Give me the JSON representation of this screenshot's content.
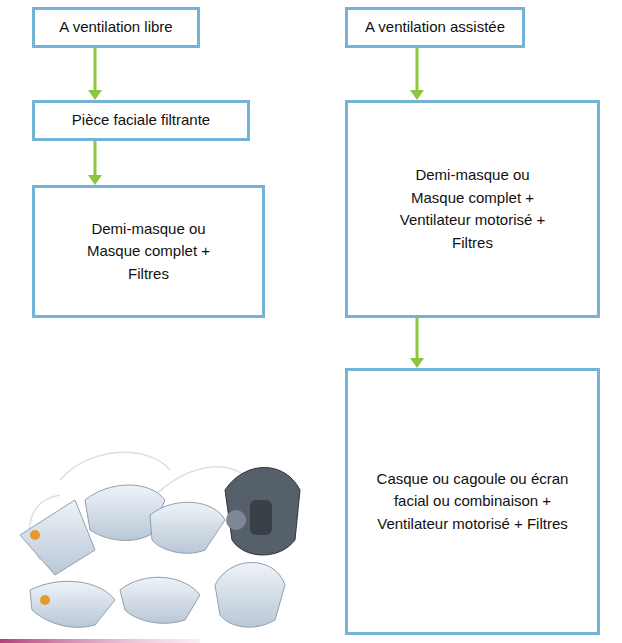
{
  "diagram": {
    "nodes": [
      {
        "text": [
          "A ventilation libre"
        ]
      },
      {
        "text": [
          "Pièce faciale filtrante"
        ]
      },
      {
        "text": [
          "Demi-masque ou Masque complet + Filtres"
        ]
      },
      {
        "text": [
          "A ventilation assistée"
        ]
      },
      {
        "text": [
          "Demi-masque ou Masque complet + Ventilateur motorisé + Filtres"
        ]
      },
      {
        "text": [
          "Casque ou cagoule ou écran facial ou combinaison + Ventilateur motorisé + Filtres"
        ]
      }
    ],
    "edges": [
      {
        "from": 0,
        "to": 1,
        "arrow": "to"
      },
      {
        "from": 1,
        "to": 2,
        "arrow": "to"
      },
      {
        "from": 3,
        "to": 4,
        "arrow": "to"
      },
      {
        "from": 4,
        "to": 5,
        "arrow": "to"
      }
    ]
  }
}
